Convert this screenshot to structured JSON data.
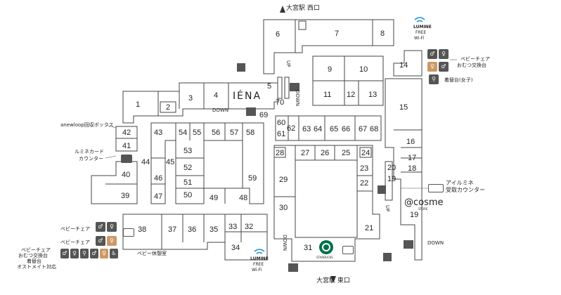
{
  "exits": {
    "west": "大宮駅 西口",
    "east": "大宮駅 東口"
  },
  "wifi": {
    "brand": "LUMINE",
    "line1": "FREE",
    "line2": "Wi-Fi",
    "color": "#1a8fd0"
  },
  "brands": {
    "iena": "IÉNA",
    "cosme": "@cosme",
    "cosme_sub": "STORE",
    "cosme_color": "#3aa890",
    "starbucks": "STARBUCKS"
  },
  "directions": {
    "up": "UP",
    "down": "DOWN"
  },
  "facilities": {
    "anewloop": "anewloop回収ボックス",
    "lumine_card": "ルミネカード",
    "lumine_card2": "カウンター",
    "baby_chair": "ベビーチェア",
    "diaper": "おむつ交換台",
    "dressing": "着替台(女子)",
    "eyelumine": "アイルミネ",
    "eyelumine2": "受取カウンター",
    "baby_rest": "ベビー休憩室",
    "left_legend": [
      "ベビーチェア",
      "おむつ交換台",
      "着替台",
      "オストメイト対応"
    ]
  },
  "shops": [
    "1",
    "2",
    "3",
    "4",
    "5",
    "6",
    "7",
    "8",
    "9",
    "10",
    "11",
    "12",
    "13",
    "14",
    "15",
    "16",
    "17",
    "18",
    "19",
    "20",
    "21",
    "22",
    "23",
    "24",
    "25",
    "26",
    "27",
    "28",
    "29",
    "30",
    "31",
    "32",
    "33",
    "34",
    "35",
    "36",
    "37",
    "38",
    "39",
    "40",
    "41",
    "42",
    "43",
    "44",
    "45",
    "46",
    "47",
    "48",
    "49",
    "50",
    "51",
    "52",
    "53",
    "54",
    "55",
    "56",
    "57",
    "58",
    "59",
    "60",
    "61",
    "62",
    "63",
    "64",
    "65",
    "66",
    "67",
    "68",
    "69",
    "70"
  ]
}
